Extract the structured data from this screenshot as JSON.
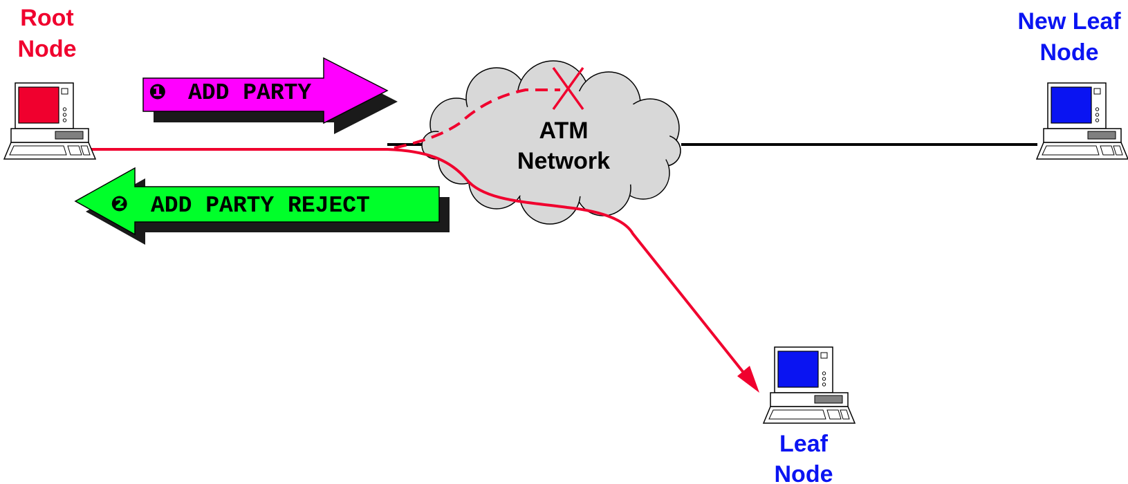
{
  "colors": {
    "root": "#f0002e",
    "leaf": "#0a14f2",
    "red_line": "#f0002e",
    "black_line": "#000000",
    "cloud": "#d8d8d8",
    "add_party": "#ff00ff",
    "add_party_reject": "#00ff2a",
    "arrow_shadow": "#1a1a1a"
  },
  "nodes": {
    "root": {
      "label_line1": "Root",
      "label_line2": "Node"
    },
    "new_leaf": {
      "label_line1": "New Leaf",
      "label_line2": "Node"
    },
    "leaf": {
      "label_line1": "Leaf",
      "label_line2": "Node"
    }
  },
  "network": {
    "label_line1": "ATM",
    "label_line2": "Network"
  },
  "messages": {
    "add_party": {
      "number": "❶",
      "label": "ADD PARTY"
    },
    "add_party_reject": {
      "number": "❷",
      "label": "ADD PARTY REJECT"
    }
  },
  "failure_marker": {
    "icon": "x-mark-icon"
  }
}
